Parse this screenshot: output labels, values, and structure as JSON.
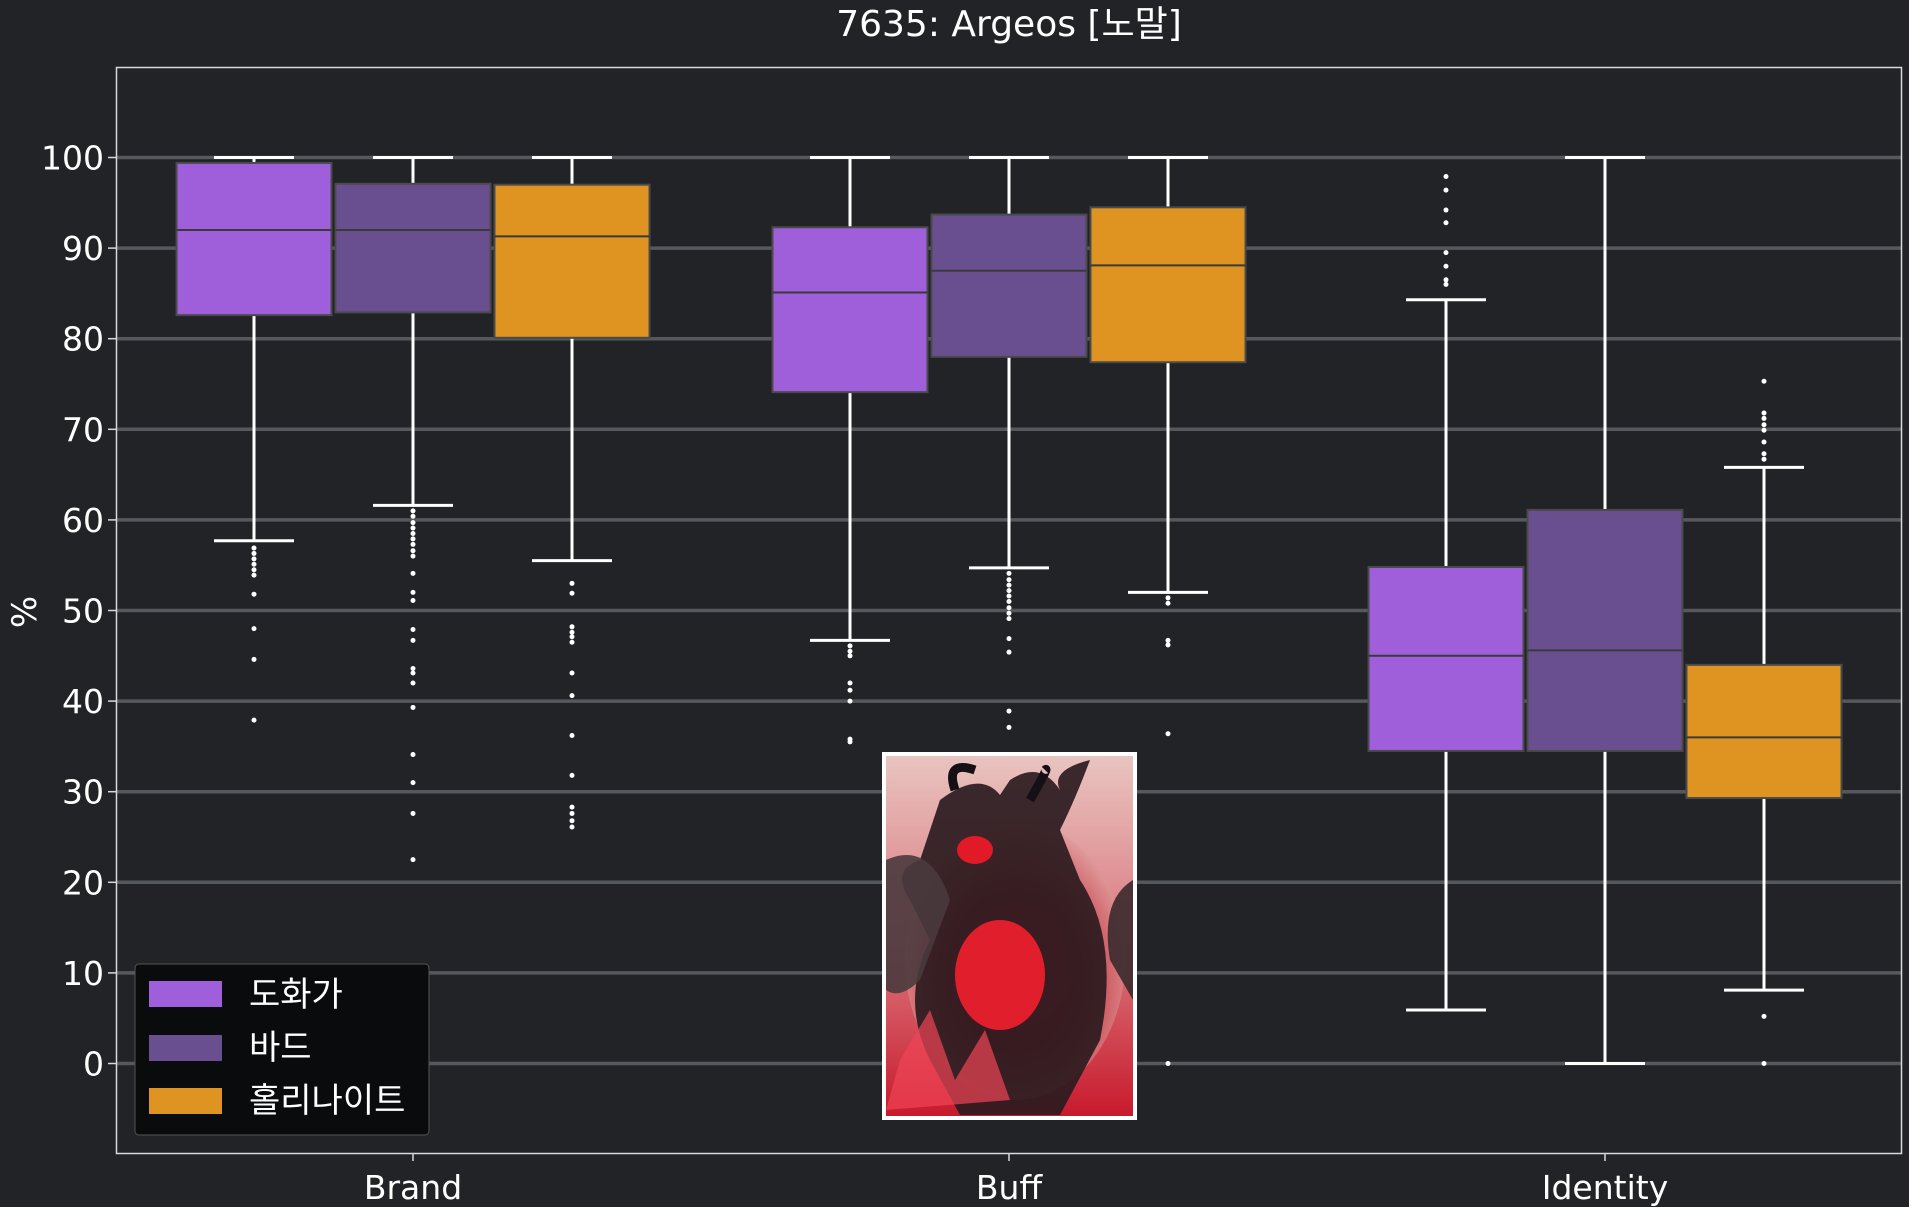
{
  "chart_data": {
    "type": "box",
    "title": "7635: Argeos [노말]",
    "ylabel": "%",
    "xlabel": "",
    "ylim": [
      -10,
      110
    ],
    "yticks": [
      0,
      10,
      20,
      30,
      40,
      50,
      60,
      70,
      80,
      90,
      100
    ],
    "grid": "horizontal",
    "categories": [
      "Brand",
      "Buff",
      "Identity"
    ],
    "legend_position": "bottom-left",
    "series": [
      {
        "name": "도화가",
        "color": "#9f5fdb",
        "boxes": [
          {
            "category": "Brand",
            "min": 57.7,
            "q1": 82.6,
            "median": 92.0,
            "q3": 99.4,
            "max": 100,
            "outliers": [
              56.9,
              56.3,
              55.7,
              55.1,
              54.5,
              53.9,
              51.8,
              48.0,
              44.6,
              37.9
            ]
          },
          {
            "category": "Buff",
            "min": 46.7,
            "q1": 74.1,
            "median": 85.1,
            "q3": 92.3,
            "max": 100,
            "outliers": [
              46.1,
              45.5,
              45.0,
              42.0,
              41.2,
              40.0,
              35.8,
              35.5
            ]
          },
          {
            "category": "Identity",
            "min": 5.9,
            "q1": 34.5,
            "median": 45.0,
            "q3": 54.8,
            "max": 84.3,
            "outliers": [
              86.0,
              86.5,
              88.0,
              89.5,
              92.8,
              94.2,
              96.4,
              97.9
            ]
          }
        ]
      },
      {
        "name": "바드",
        "color": "#6a4f90",
        "boxes": [
          {
            "category": "Brand",
            "min": 61.6,
            "q1": 82.9,
            "median": 92.0,
            "q3": 97.1,
            "max": 100,
            "outliers": [
              61.0,
              60.4,
              59.7,
              59.1,
              58.5,
              57.9,
              57.3,
              56.6,
              56.0,
              54.1,
              52.0,
              51.1,
              47.9,
              46.7,
              43.6,
              43.1,
              42.0,
              39.3,
              34.1,
              31.0,
              27.6,
              22.5
            ]
          },
          {
            "category": "Buff",
            "min": 54.7,
            "q1": 78.0,
            "median": 87.5,
            "q3": 93.7,
            "max": 100,
            "outliers": [
              54.1,
              53.4,
              52.8,
              52.2,
              51.6,
              51.0,
              50.3,
              49.7,
              49.1,
              46.9,
              45.4,
              38.9,
              37.1
            ]
          },
          {
            "category": "Identity",
            "min": 0,
            "q1": 34.5,
            "median": 45.6,
            "q3": 61.1,
            "max": 100,
            "outliers": []
          }
        ]
      },
      {
        "name": "홀리나이트",
        "color": "#df9422",
        "boxes": [
          {
            "category": "Brand",
            "min": 55.5,
            "q1": 80.1,
            "median": 91.3,
            "q3": 97.0,
            "max": 100,
            "outliers": [
              53.0,
              51.9,
              48.2,
              47.6,
              47.1,
              46.5,
              43.1,
              40.6,
              36.2,
              31.8,
              28.3,
              27.6,
              26.8,
              26.1
            ]
          },
          {
            "category": "Buff",
            "min": 52.0,
            "q1": 77.4,
            "median": 88.1,
            "q3": 94.5,
            "max": 100,
            "outliers": [
              51.4,
              50.8,
              46.7,
              46.2,
              36.4,
              0
            ]
          },
          {
            "category": "Identity",
            "min": 8.1,
            "q1": 29.3,
            "median": 36.0,
            "q3": 44.0,
            "max": 65.8,
            "outliers": [
              66.7,
              67.3,
              68.6,
              69.9,
              70.5,
              71.2,
              71.8,
              75.3,
              5.2,
              0
            ]
          }
        ]
      }
    ]
  },
  "legend": {
    "items": [
      "도화가",
      "바드",
      "홀리나이트"
    ]
  },
  "image_label": "boss-portrait"
}
